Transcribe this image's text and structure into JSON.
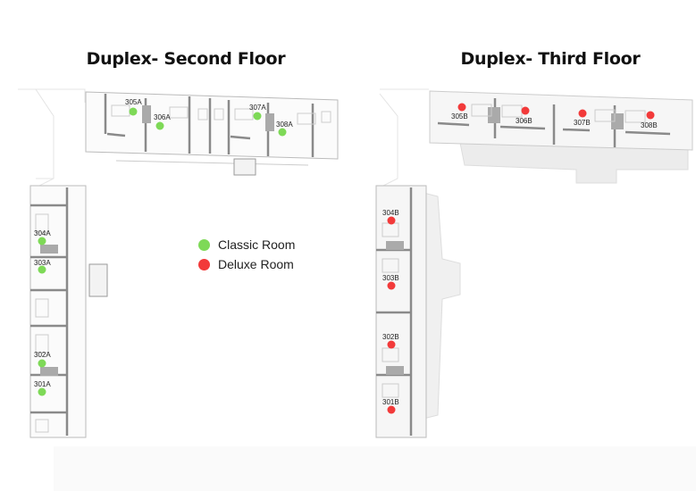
{
  "titles": {
    "left": "Duplex- Second Floor",
    "right": "Duplex- Third Floor"
  },
  "legend": [
    {
      "label": "Classic Room",
      "color": "#7ed957"
    },
    {
      "label": "Deluxe Room",
      "color": "#f23a3a"
    }
  ],
  "classic_rooms": [
    "305A",
    "306A",
    "307A",
    "308A",
    "304A",
    "303A",
    "302A",
    "301A"
  ],
  "deluxe_rooms": [
    "305B",
    "306B",
    "307B",
    "308B",
    "304B",
    "303B",
    "302B",
    "301B"
  ]
}
